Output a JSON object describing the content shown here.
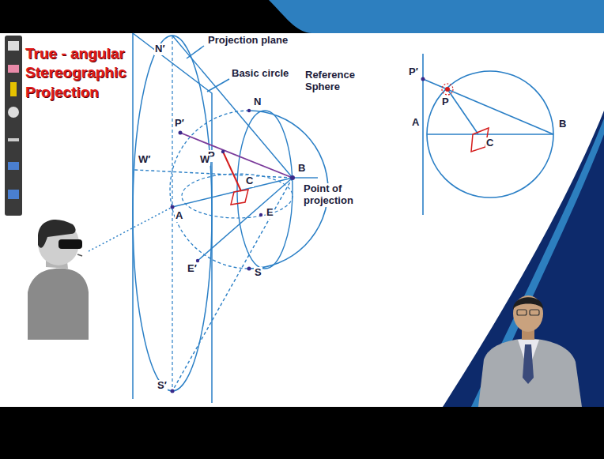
{
  "diagram": {
    "title": "True - angular Stereographic Projection",
    "labels": [
      "Projection plane",
      "Basic circle",
      "N′",
      "P′",
      "P",
      "Reference Sphere",
      "N",
      "W′",
      "W",
      "C",
      "B",
      "Point of projection",
      "A",
      "E",
      "E′",
      "S",
      "S′",
      "P′",
      "P",
      "A",
      "C",
      "B"
    ]
  }
}
